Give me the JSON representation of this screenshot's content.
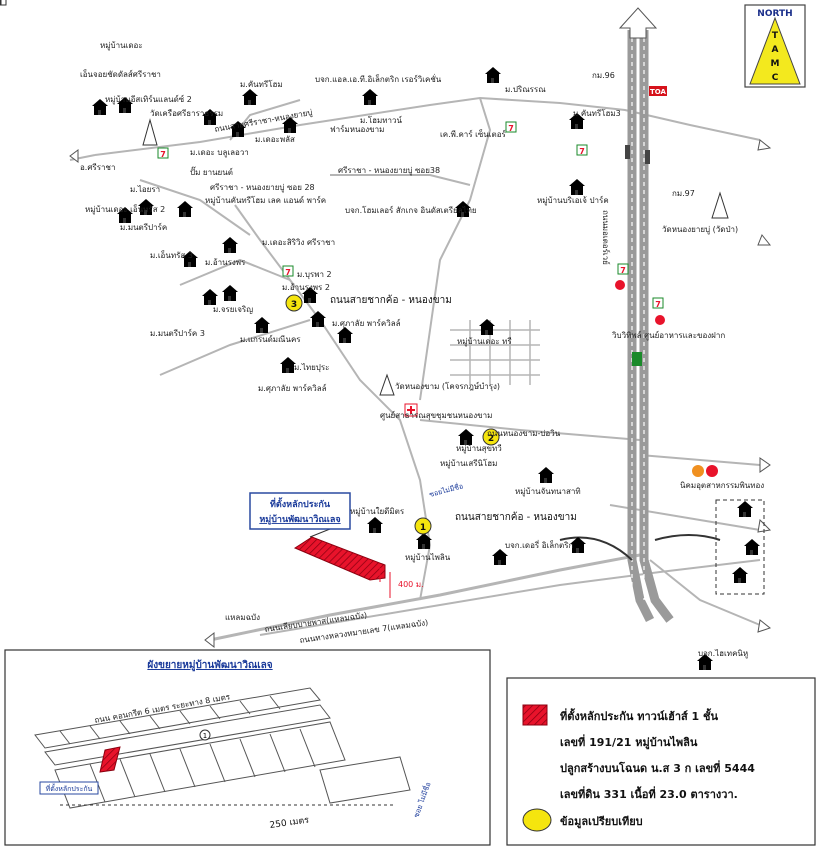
{
  "north": {
    "top": "NORTH",
    "letters": [
      "T",
      "A",
      "M",
      "C"
    ]
  },
  "km": {
    "km96": "กม.96",
    "km97": "กม.97"
  },
  "brands": {
    "toa": "TOA",
    "seven": "7"
  },
  "highway": {
    "label": "ถนนมอเตอร์เวย์"
  },
  "roads": {
    "si_racha_nongyai": "ถนนสายศรีราชา-หนองยายบู่",
    "sachkhot": "ถนนสายชากค้อ - หนองขาม",
    "laem_chabang": "ถนนเลียบบายพาส(แหลมฉบัง)",
    "hwy7": "ถนนทางหลวงหมายเลข 7(แหลมฉบัง)",
    "nongkham_bowin": "ถนนหนองขาม-บ่อวิน",
    "soi_mai_mi_chue": "ซอยไม่มีชื่อ",
    "si_racha_soi38": "ศรีราชา - หนองยายบู่ ซอย38",
    "si_racha_soi28": "ศรีราชา - หนองยายบู่ ซอย 28",
    "to_si_racha": "อ.ศรีราชา",
    "laem_chabang_label": "แหลมฉบัง"
  },
  "places": {
    "p1": "หมู่บ้านเดอะ",
    "p2": "เอ็นจอยชัดดัลส์ศรีราชา",
    "p3": "หมู่บ้านอีสเทิร์นแลนด์ซ์ 2",
    "p4": "วัดเครือศรีธาราธรรม",
    "p5": "ม.คันทรีโฮม",
    "p6": "บจก.แอล.เอ.ที.อิเล็กตริก เรอร์วิเคชั่น",
    "p7": "ม.ปริณรรณ",
    "p8": "ม.คันทรีโฮม3",
    "p9": "ม.โฮมทาวน์",
    "p10": "ฟาร์มหนองขาม",
    "p11": "เค.พี.คาร์ เซ็นเตอร์",
    "p12": "ม.เดอะพลัส",
    "p13": "ม.เดอะ บลูเลอวา",
    "p14": "ปั๊ม ยานยนต์",
    "p15": "ม.ไอยรา",
    "p16": "หมู่บ้านคันทรีโฮม เลค แอนด์ พาร์ค",
    "p17": "หมู่บ้านเดอะ เอ็นทรัส 2",
    "p18": "ม.มนตรีปาร์ค",
    "p19": "หมู่บ้านบริเอเจ้ ปาร์ค",
    "p20": "วัดหนองยายบู่ (วัดป่า)",
    "p21": "บจก.โฮมเลอร์ สักเกจ อินดัสเตรียลไทย",
    "p22": "ม.เดอะสิริวิง ศรีราชา",
    "p23": "ม.เอ็นทรัส 3",
    "p24": "ม.อ้านรงพร",
    "p25": "ม.บุรพา 2",
    "p26": "ม.อ้านรงพร 2",
    "p27": "ม.จรยเจริญ",
    "p28": "ม.ศุภาลัย พาร์ควิลล์",
    "p29": "ม.แกรนด์มณีนคร",
    "p30": "ม.มนตรีปาร์ค 3",
    "p31": "หมู่บ้านเดอะ ทรี",
    "p32": "ม.ไทยปุระ",
    "p33": "ม.ศุภาลัย พาร์ควิลล์",
    "p34": "วัดหนองขาม (โคจรกฎษ์บำรุง)",
    "p35": "ศูนย์สาธารณสุขชุมชนหนองขาม",
    "p36": "หมู่บ้านสุขทวี",
    "p37": "หมู่บ้านเสรีนิโฮม",
    "p38": "หมู่บ้านจันทนาสาทิ",
    "p39": "หมู่บ้านใยดีมิตร",
    "p40": "หมู่บ้านไพลิน",
    "p41": "บจก.เดอรี่ อิเล็กตริก",
    "p42": "นิคมอุตสาหกรรมพินทอง",
    "p43": "บจก.ไฮเทคนิหู",
    "p44": "วิบวิทิพล์ ศูนย์อาหารและของฝาก"
  },
  "markers": {
    "m1": "1",
    "m2": "2",
    "m3": "3",
    "m1_label": "ถนนสายชากค้อ - หนองขาม",
    "m3_label": "ถนนสายชากค้อ - หนองขาม"
  },
  "subject": {
    "line1": "ที่ตั้งหลักประกัน",
    "line2": "หมู่บ้านพัฒนาวิณเลจ"
  },
  "distance": {
    "d400": "400 ม.",
    "d250": "250 เมตร"
  },
  "inset": {
    "title": "ผังขยายหมู่บ้านพัฒนาวิณเลจ",
    "road": "ถนน คอนกรีต 6 เมตร ระยะทาง 8 เมตร",
    "subject_label": "ที่ตั้งหลักประกัน",
    "soi": "ซอย ไม่มีชื่อ",
    "circle": "1"
  },
  "legend": {
    "line1": "ที่ตั้งหลักประกัน ทาวน์เฮ้าส์ 1 ชั้น",
    "line2": "เลขที่ 191/21 หมู่บ้านไพลิน",
    "line3": "ปลูกสร้างบนโฉนด น.ส 3 ก เลขที่ 5444",
    "line4": "เลขที่ดิน 331 เนื้อที่ 23.0 ตารางวา.",
    "line5": "ข้อมูลเปรียบเทียบ"
  },
  "colors": {
    "subject": "#e8132b",
    "marker": "#f5e50e",
    "highway": "#9a9a9a",
    "road": "#b8b8b8",
    "house": "#444444",
    "frame": "#2a4aa0"
  }
}
